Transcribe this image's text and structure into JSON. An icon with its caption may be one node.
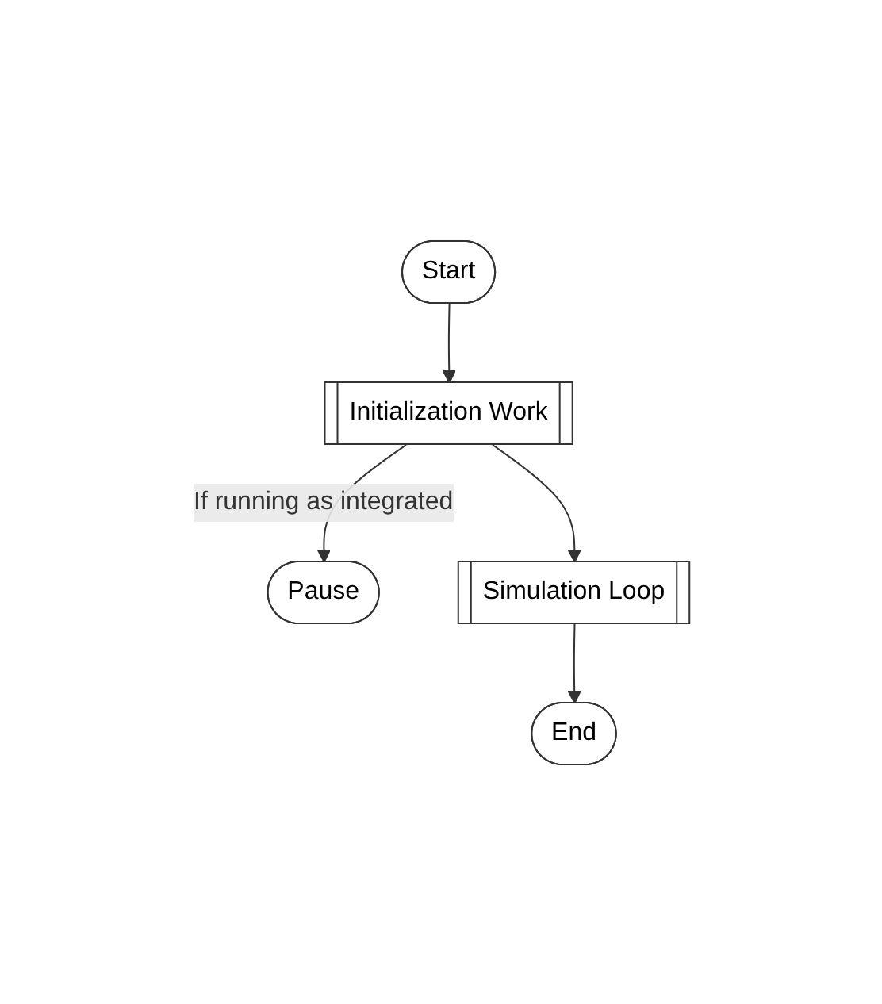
{
  "diagram": {
    "nodes": [
      {
        "text": [
          "Start"
        ]
      },
      {
        "text": [
          "Initialization Work"
        ]
      },
      {
        "text": [
          "Pause"
        ]
      },
      {
        "text": [
          "Simulation Loop"
        ]
      },
      {
        "text": [
          "End"
        ]
      }
    ],
    "edges": [
      {
        "from": 0,
        "to": 1,
        "arrow": "to"
      },
      {
        "from": 1,
        "to": 2,
        "arrow": "to",
        "label": "If running as integrated"
      },
      {
        "from": 1,
        "to": 3,
        "arrow": "to"
      },
      {
        "from": 3,
        "to": 4,
        "arrow": "to"
      }
    ]
  }
}
